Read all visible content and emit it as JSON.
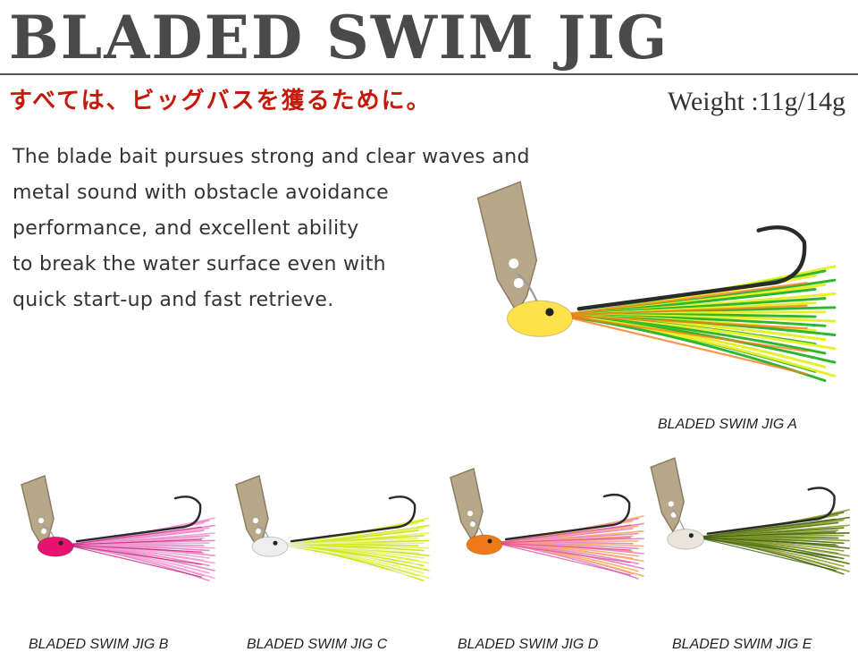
{
  "header": {
    "title": "BLADED SWIM JIG",
    "tagline": "すべては、ビッグバスを獲るために。",
    "weight": "Weight :11g/14g"
  },
  "description": {
    "lines": [
      "The blade bait pursues strong and clear waves and",
      "metal sound with obstacle avoidance",
      "performance, and excellent ability",
      "to break the water surface even with",
      "quick start-up and fast retrieve."
    ]
  },
  "products": [
    {
      "label": "BLADED SWIM JIG  A",
      "colors": {
        "skirt1": "#2fb52f",
        "skirt2": "#e6ef2a",
        "head": "#ffe14a",
        "accent": "#ff7a1a"
      }
    },
    {
      "label": "BLADED SWIM JIG  B",
      "colors": {
        "skirt1": "#e98bc8",
        "skirt2": "#f3a6d6",
        "head": "#e8136e",
        "accent": "#c4207a"
      }
    },
    {
      "label": "BLADED SWIM JIG  C",
      "colors": {
        "skirt1": "#c9e81e",
        "skirt2": "#e8f26a",
        "head": "#eeeeee",
        "accent": "#f0f0f0"
      }
    },
    {
      "label": "BLADED SWIM JIG  D",
      "colors": {
        "skirt1": "#e58ad0",
        "skirt2": "#ffb16a",
        "head": "#f07a18",
        "accent": "#e24a8a"
      }
    },
    {
      "label": "BLADED SWIM JIG  E",
      "colors": {
        "skirt1": "#5b7f1e",
        "skirt2": "#9aa53a",
        "head": "#e9e4dc",
        "accent": "#3a5a12"
      }
    }
  ]
}
